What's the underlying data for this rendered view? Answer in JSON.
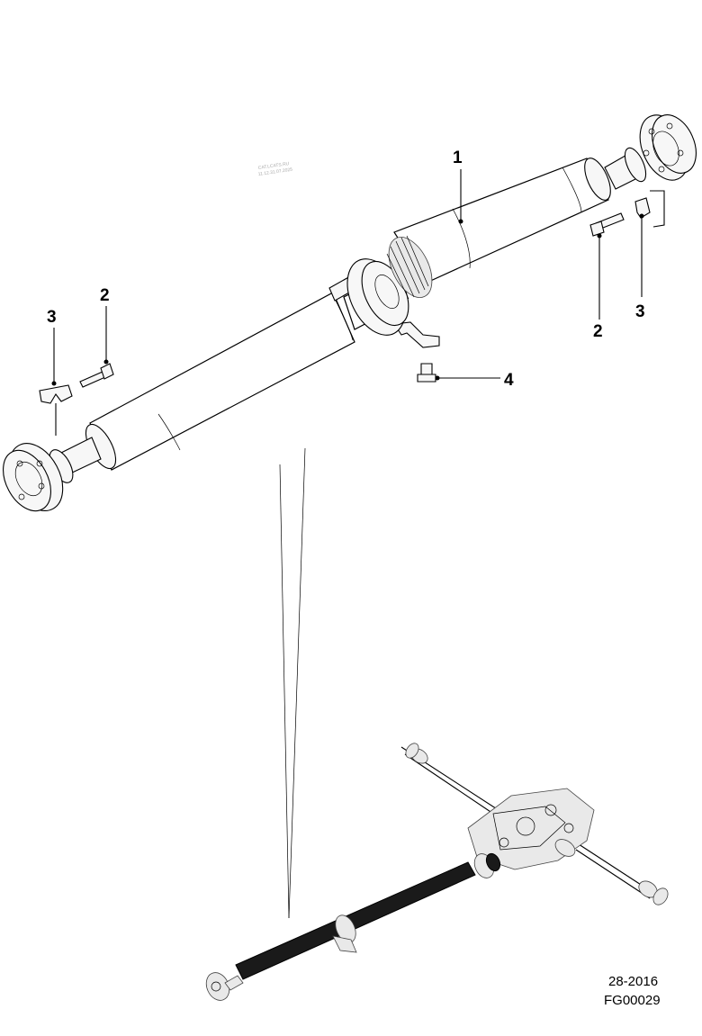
{
  "callouts": [
    {
      "id": "1",
      "label": "1"
    },
    {
      "id": "2",
      "label": "2"
    },
    {
      "id": "3",
      "label": "3"
    },
    {
      "id": "4",
      "label": "4"
    }
  ],
  "stamp": {
    "line1": "CAT.LCATS.RU",
    "line2": "11.12.31.07.2025"
  },
  "footer": {
    "page_code": "28-2016",
    "figure_code": "FG00029"
  }
}
